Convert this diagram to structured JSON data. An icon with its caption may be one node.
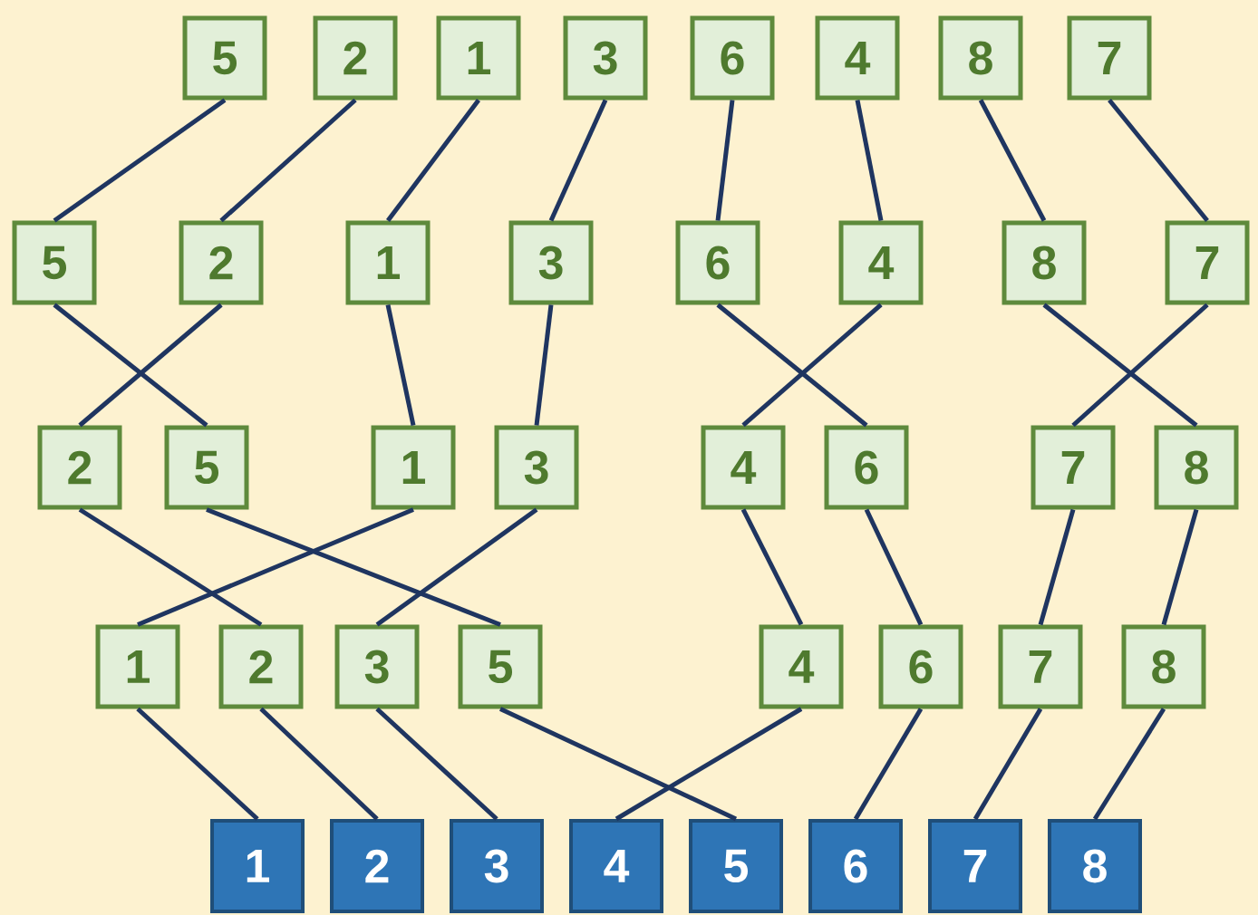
{
  "diagram": {
    "nodes": [
      {
        "text": [
          "5"
        ]
      },
      {
        "text": [
          "2"
        ]
      },
      {
        "text": [
          "1"
        ]
      },
      {
        "text": [
          "3"
        ]
      },
      {
        "text": [
          "6"
        ]
      },
      {
        "text": [
          "4"
        ]
      },
      {
        "text": [
          "8"
        ]
      },
      {
        "text": [
          "7"
        ]
      },
      {
        "text": [
          "5"
        ]
      },
      {
        "text": [
          "2"
        ]
      },
      {
        "text": [
          "1"
        ]
      },
      {
        "text": [
          "3"
        ]
      },
      {
        "text": [
          "6"
        ]
      },
      {
        "text": [
          "4"
        ]
      },
      {
        "text": [
          "8"
        ]
      },
      {
        "text": [
          "7"
        ]
      },
      {
        "text": [
          "2"
        ]
      },
      {
        "text": [
          "5"
        ]
      },
      {
        "text": [
          "1"
        ]
      },
      {
        "text": [
          "3"
        ]
      },
      {
        "text": [
          "4"
        ]
      },
      {
        "text": [
          "6"
        ]
      },
      {
        "text": [
          "7"
        ]
      },
      {
        "text": [
          "8"
        ]
      },
      {
        "text": [
          "1"
        ]
      },
      {
        "text": [
          "2"
        ]
      },
      {
        "text": [
          "3"
        ]
      },
      {
        "text": [
          "5"
        ]
      },
      {
        "text": [
          "4"
        ]
      },
      {
        "text": [
          "6"
        ]
      },
      {
        "text": [
          "7"
        ]
      },
      {
        "text": [
          "8"
        ]
      },
      {
        "text": [
          "1"
        ]
      },
      {
        "text": [
          "2"
        ]
      },
      {
        "text": [
          "3"
        ]
      },
      {
        "text": [
          "4"
        ]
      },
      {
        "text": [
          "5"
        ]
      },
      {
        "text": [
          "6"
        ]
      },
      {
        "text": [
          "7"
        ]
      },
      {
        "text": [
          "8"
        ]
      }
    ],
    "edges": [
      {
        "from": 0,
        "to": 8,
        "arrow": "none"
      },
      {
        "from": 1,
        "to": 9,
        "arrow": "none"
      },
      {
        "from": 2,
        "to": 10,
        "arrow": "none"
      },
      {
        "from": 3,
        "to": 11,
        "arrow": "none"
      },
      {
        "from": 4,
        "to": 12,
        "arrow": "none"
      },
      {
        "from": 5,
        "to": 13,
        "arrow": "none"
      },
      {
        "from": 6,
        "to": 14,
        "arrow": "none"
      },
      {
        "from": 7,
        "to": 15,
        "arrow": "none"
      },
      {
        "from": 8,
        "to": 17,
        "arrow": "none"
      },
      {
        "from": 9,
        "to": 16,
        "arrow": "none"
      },
      {
        "from": 10,
        "to": 18,
        "arrow": "none"
      },
      {
        "from": 11,
        "to": 19,
        "arrow": "none"
      },
      {
        "from": 12,
        "to": 21,
        "arrow": "none"
      },
      {
        "from": 13,
        "to": 20,
        "arrow": "none"
      },
      {
        "from": 14,
        "to": 23,
        "arrow": "none"
      },
      {
        "from": 15,
        "to": 22,
        "arrow": "none"
      },
      {
        "from": 16,
        "to": 25,
        "arrow": "none"
      },
      {
        "from": 17,
        "to": 27,
        "arrow": "none"
      },
      {
        "from": 18,
        "to": 24,
        "arrow": "none"
      },
      {
        "from": 19,
        "to": 26,
        "arrow": "none"
      },
      {
        "from": 20,
        "to": 28,
        "arrow": "none"
      },
      {
        "from": 21,
        "to": 29,
        "arrow": "none"
      },
      {
        "from": 22,
        "to": 30,
        "arrow": "none"
      },
      {
        "from": 23,
        "to": 31,
        "arrow": "none"
      },
      {
        "from": 24,
        "to": 32,
        "arrow": "none"
      },
      {
        "from": 25,
        "to": 33,
        "arrow": "none"
      },
      {
        "from": 26,
        "to": 34,
        "arrow": "none"
      },
      {
        "from": 27,
        "to": 36,
        "arrow": "none"
      },
      {
        "from": 28,
        "to": 35,
        "arrow": "none"
      },
      {
        "from": 29,
        "to": 37,
        "arrow": "none"
      },
      {
        "from": 30,
        "to": 38,
        "arrow": "none"
      },
      {
        "from": 31,
        "to": 39,
        "arrow": "none"
      }
    ]
  }
}
